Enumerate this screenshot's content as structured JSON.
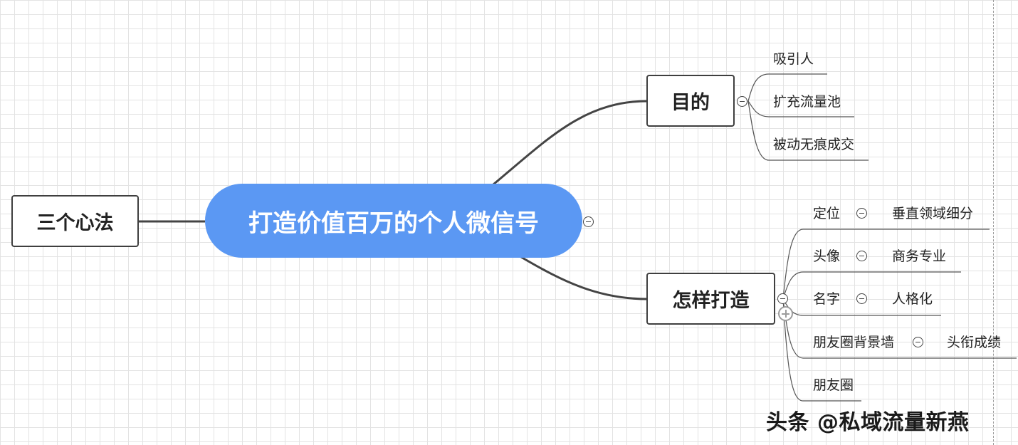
{
  "central": {
    "label": "打造价值百万的个人微信号"
  },
  "left_branch": {
    "label": "三个心法"
  },
  "purpose": {
    "label": "目的",
    "items": [
      "吸引人",
      "扩充流量池",
      "被动无痕成交"
    ]
  },
  "how": {
    "label": "怎样打造",
    "items": [
      {
        "label": "定位",
        "child": "垂直领域细分"
      },
      {
        "label": "头像",
        "child": "商务专业"
      },
      {
        "label": "名字",
        "child": "人格化"
      },
      {
        "label": "朋友圈背景墙",
        "child": "头衔成绩"
      },
      {
        "label": "朋友圈",
        "child": ""
      }
    ]
  },
  "icons": {
    "collapse": "collapse-circle-icon",
    "add": "add-circle-icon"
  },
  "colors": {
    "central_fill": "#5b98f3",
    "node_border": "#3f3f3f",
    "connector": "#444444",
    "grid": "#e3e3e3"
  },
  "watermark": "头条 @私域流量新燕"
}
